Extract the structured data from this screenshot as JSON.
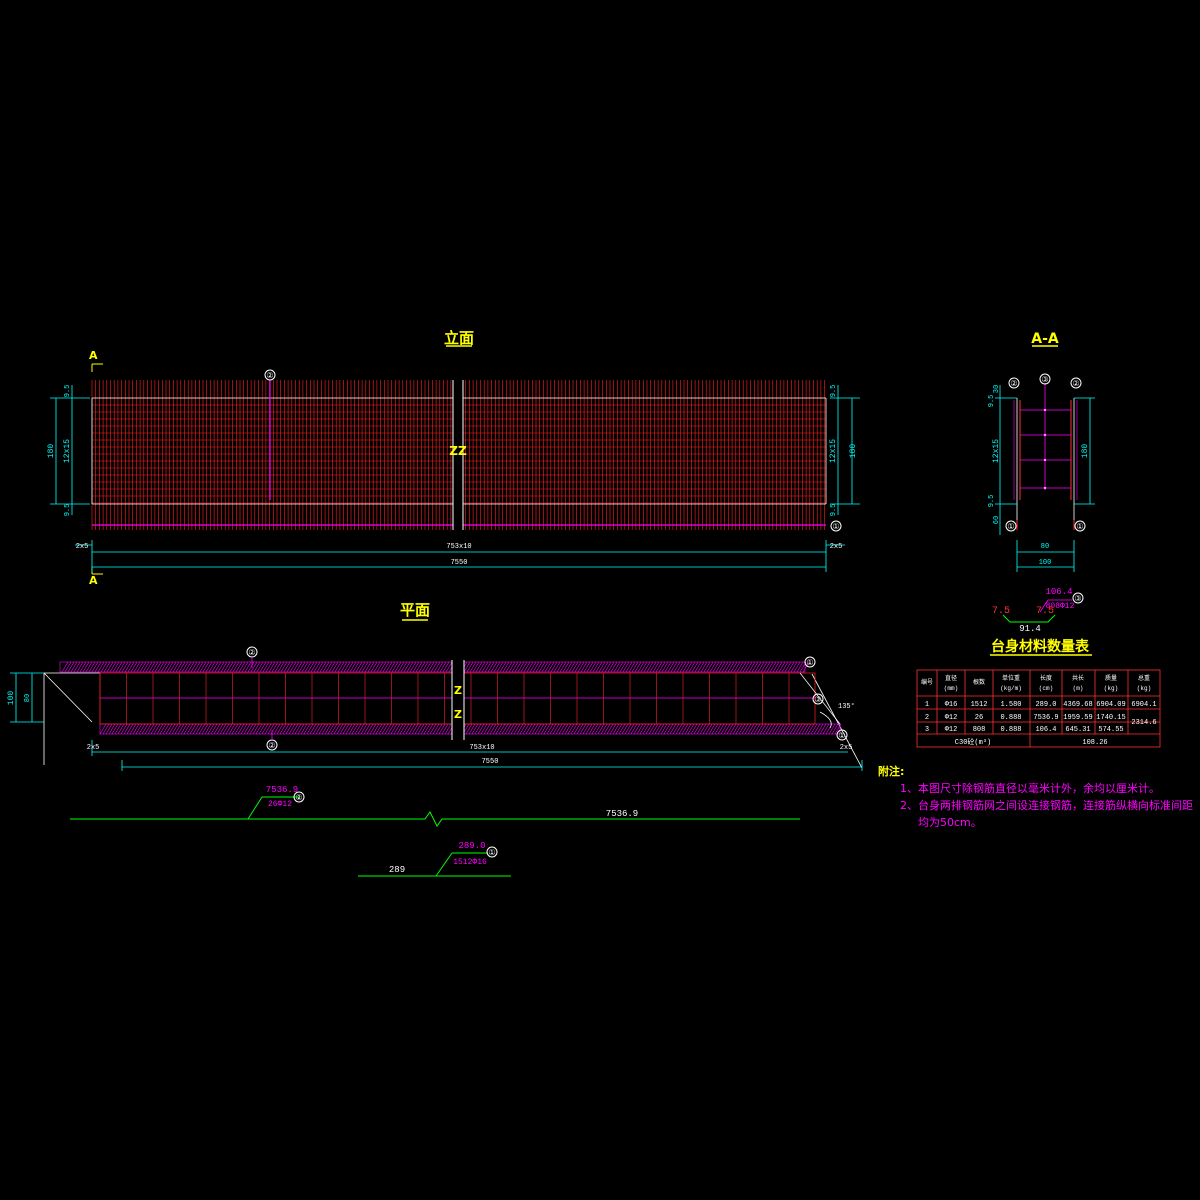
{
  "elevation": {
    "title": "立面",
    "section_mark": "A",
    "callout_2": "②",
    "callout_1": "①",
    "dim_left_total": "180",
    "dim_left_mid": "12x15",
    "dim_top": "9.5",
    "dim_bot": "9.5",
    "dim_right_total": "180",
    "dim_right_mid": "12x15",
    "dim_end_left": "2x5",
    "dim_end_right": "2x5",
    "dim_spacing": "753x10",
    "dim_total": "7550"
  },
  "section": {
    "title": "A-A",
    "callout_1": "①",
    "callout_2": "②",
    "callout_3": "③",
    "dim_top": "9.5",
    "dim_top2": "30",
    "dim_mid": "12x15",
    "dim_bot": "9.5",
    "dim_bot2": "60",
    "dim_right": "180",
    "dim_inner": "80",
    "dim_width": "100"
  },
  "bar3": {
    "len_top": "106.4",
    "count": "808Φ12",
    "callout": "③",
    "hook_left": "7.5",
    "hook_right": "7.5",
    "len_bottom": "91.4"
  },
  "plan": {
    "title": "平面",
    "callout_1": "①",
    "callout_2": "②",
    "callout_3": "③",
    "dim_width": "100",
    "dim_inner": "80",
    "angle": "135°",
    "dim_end_left": "2x5",
    "dim_end_right": "2x5",
    "dim_spacing": "753x10",
    "dim_total": "7550"
  },
  "bar2": {
    "len_label": "7536.9",
    "count": "26Φ12",
    "callout": "②",
    "len_right": "7536.9"
  },
  "bar1": {
    "len_label": "289.0",
    "count": "1512Φ16",
    "callout": "①",
    "len_left": "289"
  },
  "table": {
    "title": "台身材料数量表",
    "headers": [
      "编号",
      "直径\n(mm)",
      "根数",
      "单位重\n(kg/m)",
      "长度\n(cm)",
      "共长\n(m)",
      "质量\n(kg)",
      "总重\n(kg)"
    ],
    "rows": [
      [
        "1",
        "Φ16",
        "1512",
        "1.580",
        "289.0",
        "4369.68",
        "6904.09",
        "6904.1"
      ],
      [
        "2",
        "Φ12",
        "26",
        "0.888",
        "7536.9",
        "1959.59",
        "1740.15",
        ""
      ],
      [
        "3",
        "Φ12",
        "808",
        "0.888",
        "106.4",
        "645.31",
        "574.55",
        ""
      ]
    ],
    "merged_total_23": "2314.6",
    "concrete_label": "C30砼(m³)",
    "concrete_value": "108.26"
  },
  "notes": {
    "heading": "附注:",
    "line1": "1、本图尺寸除钢筋直径以毫米计外，余均以厘米计。",
    "line2a": "2、台身两排钢筋网之间设连接钢筋，连接筋纵横向标准间距",
    "line2b": "均为50cm。"
  }
}
